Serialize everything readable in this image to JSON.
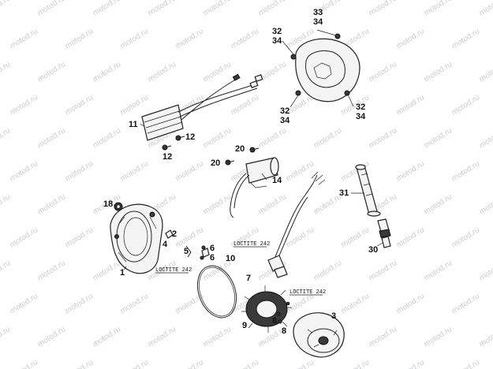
{
  "watermark": "motod.ru",
  "labels": {
    "p1": "1",
    "p2": "2",
    "p3": "3",
    "p4": "4",
    "p5": "5",
    "p6a": "6",
    "p6b": "6",
    "p7": "7",
    "p8a": "8",
    "p8b": "8",
    "p9": "9",
    "p10": "10",
    "p11": "11",
    "p12a": "12",
    "p12b": "12",
    "p14": "14",
    "p18": "18",
    "p20a": "20",
    "p20b": "20",
    "p30": "30",
    "p31": "31",
    "p32a": "32",
    "p34a": "34",
    "p32b": "32",
    "p34b": "34",
    "p32c": "32",
    "p34c": "34",
    "p33": "33",
    "p34d": "34"
  },
  "loctite": {
    "l1": "LOCTITE 242",
    "l2": "LOCTITE 242",
    "l3": "LOCTITE 242"
  }
}
